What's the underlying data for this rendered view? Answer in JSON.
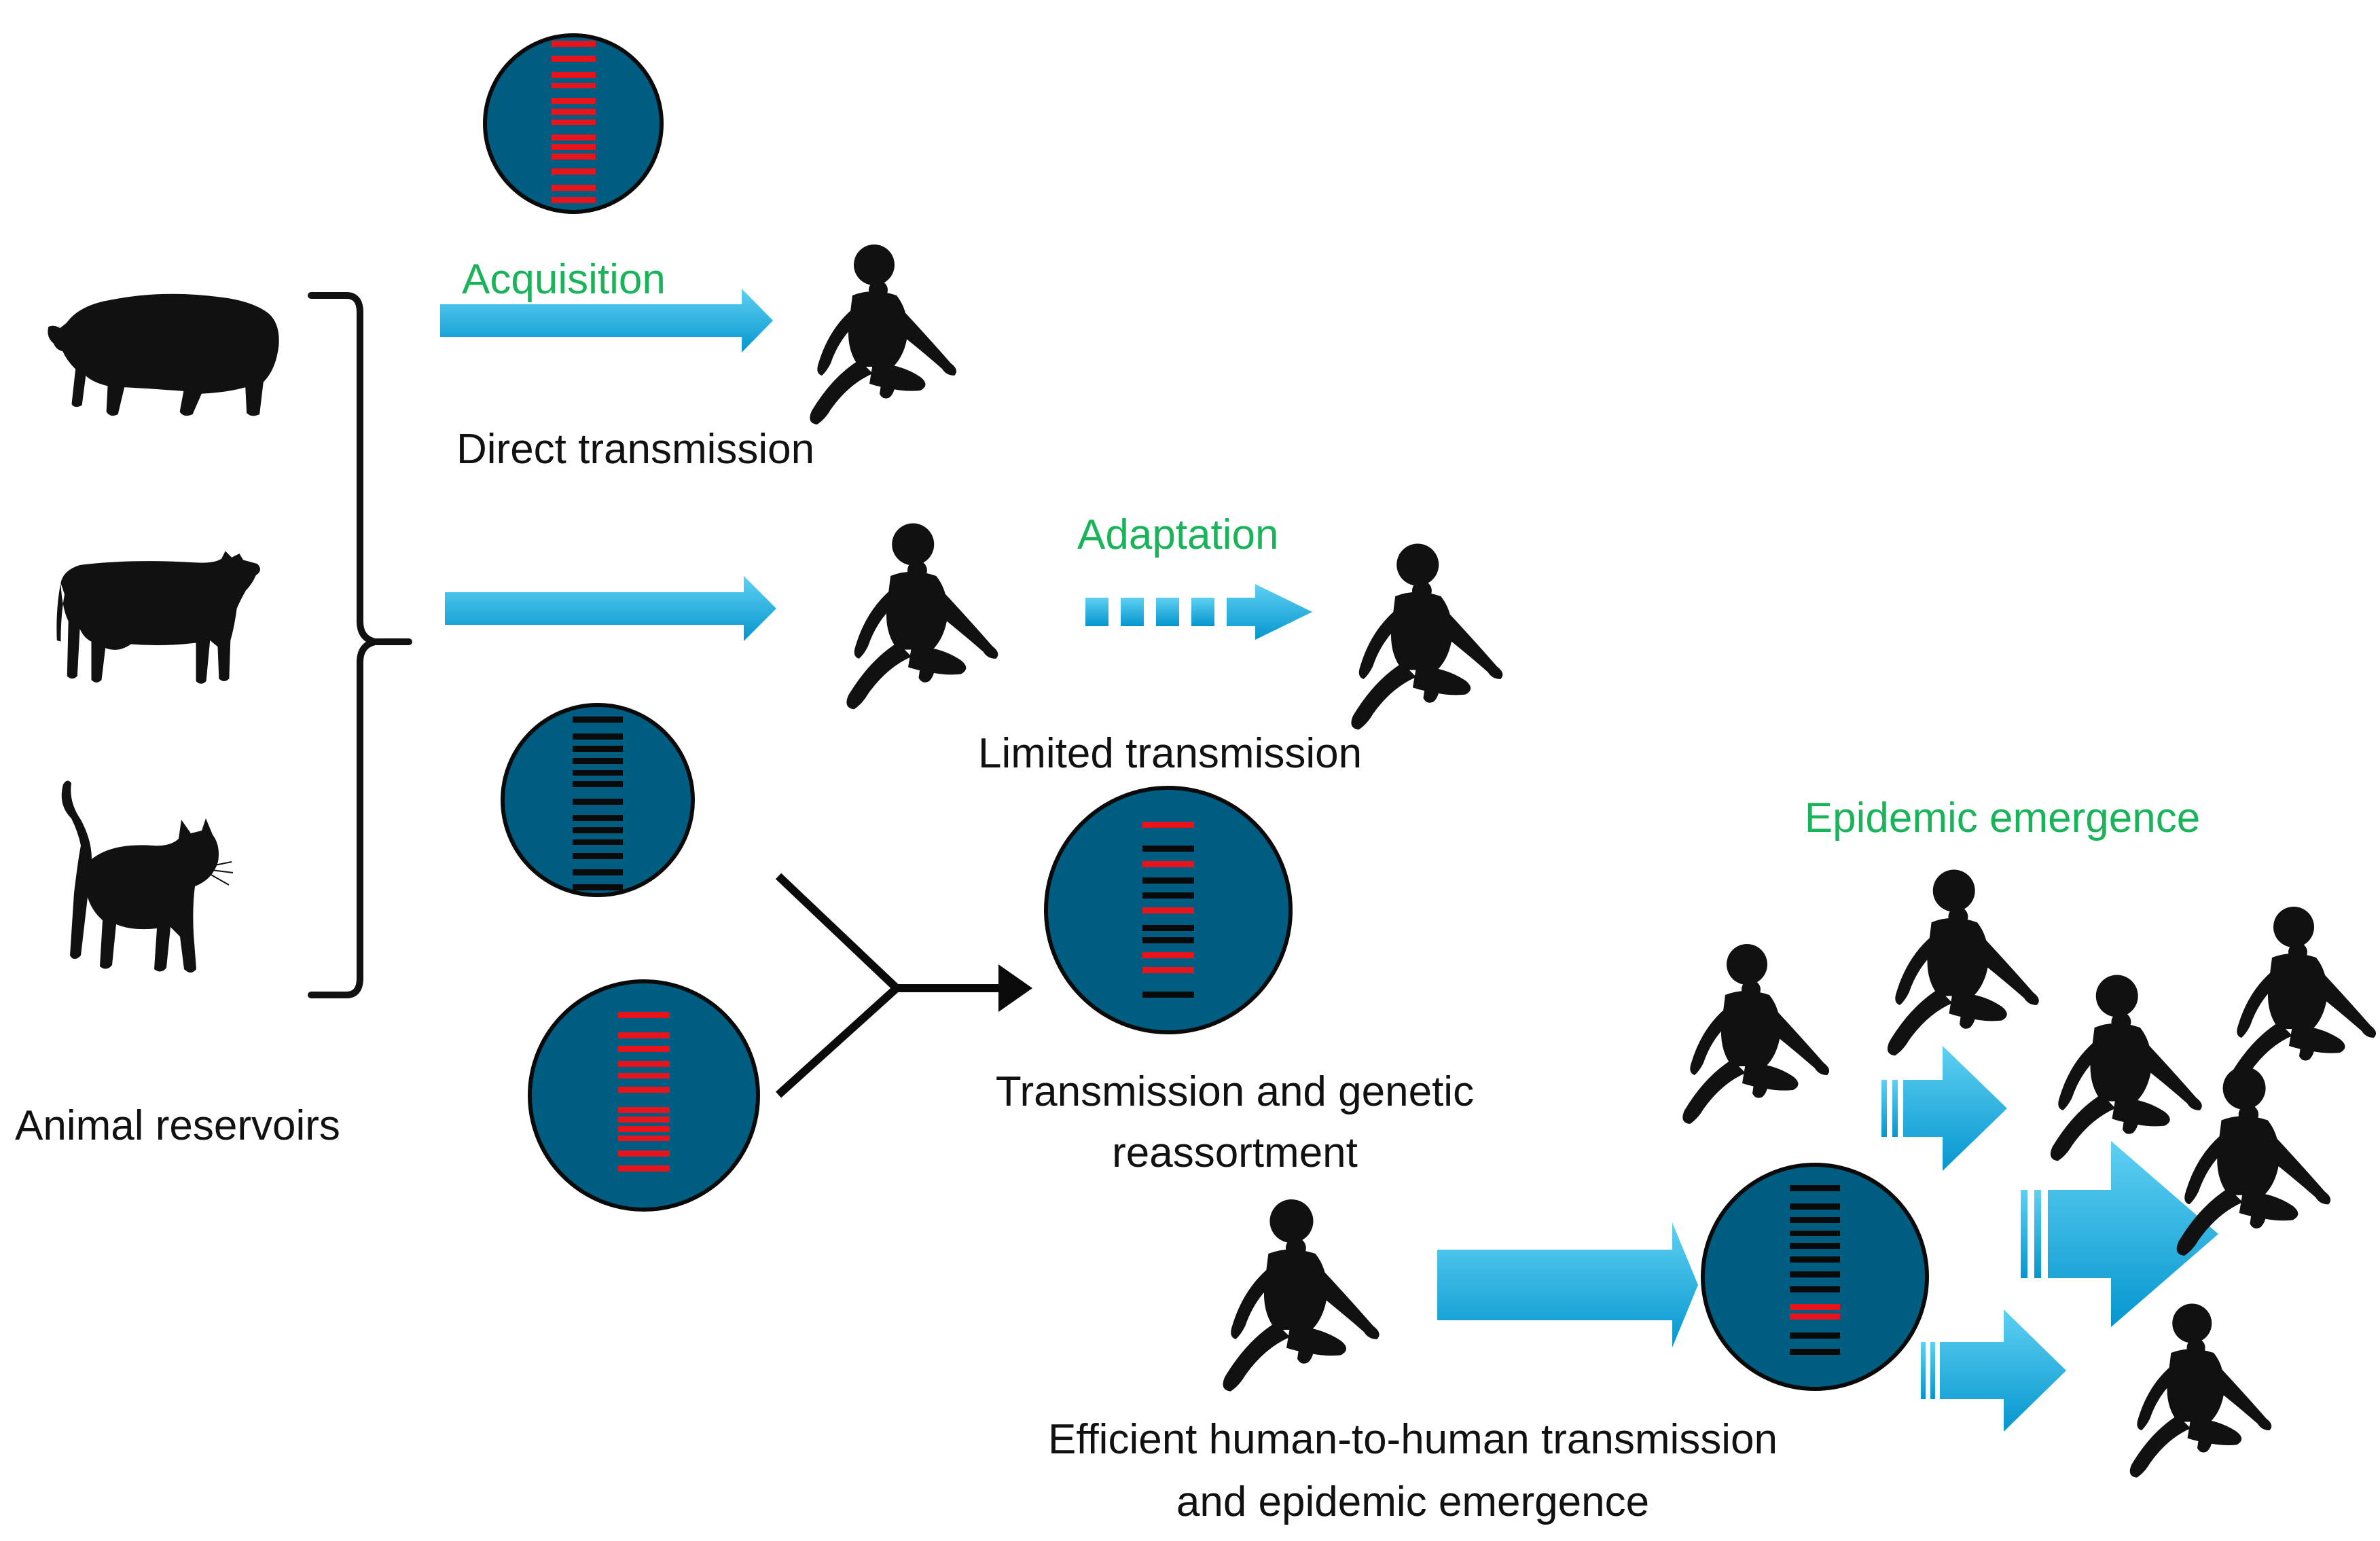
{
  "labels": {
    "animal_reservoirs": "Animal reservoirs",
    "acquisition": "Acquisition",
    "direct_transmission": "Direct transmission",
    "adaptation": "Adaptation",
    "limited_transmission": "Limited transmission",
    "transmission_genetic_line1": "Transmission and genetic",
    "transmission_genetic_line2": "reassortment",
    "epidemic_emergence": "Epidemic emergence",
    "efficient_line1": "Efficient human-to-human transmission",
    "efficient_line2": "and epidemic emergence"
  },
  "colors": {
    "circle_fill": "#005d82",
    "circle_stroke": "#0a0a0a",
    "gene_red": "#e8141c",
    "gene_black": "#0a0a0a",
    "arrow_light": "#5fd0f2",
    "arrow_dark": "#0596cf",
    "green_text": "#19b45a",
    "silhouette": "#111111"
  },
  "icons": {
    "animals": [
      "pig-icon",
      "cow-icon",
      "cat-icon"
    ],
    "human": "infant-icon",
    "virus": "virus-genome-icon"
  },
  "genomes": {
    "top": "all-red",
    "parent_a": "all-black",
    "parent_b": "all-red",
    "reassortant": "mixed",
    "epidemic": "mostly-black"
  }
}
